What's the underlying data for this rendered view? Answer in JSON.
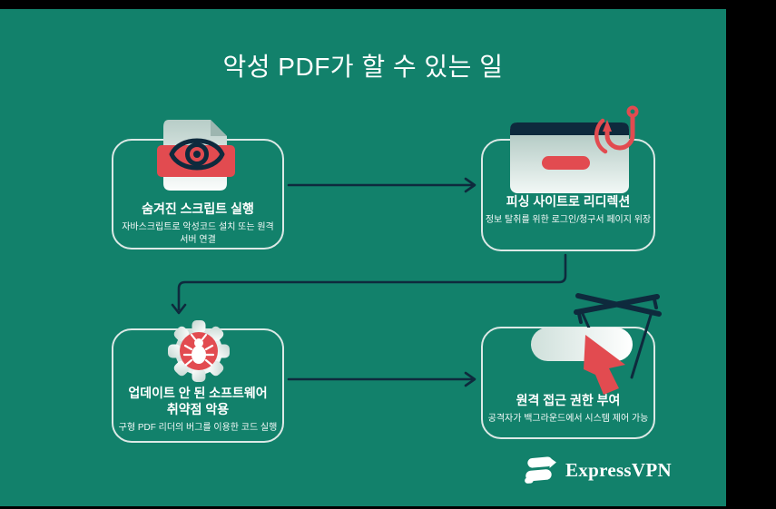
{
  "colors": {
    "canvas": "#12816b",
    "frame": "#000000",
    "red": "#e24b50",
    "navy": "#0e2a3d",
    "card-border": "#dce9e6",
    "text": "#ffffff"
  },
  "title": "악성 PDF가 할 수 있는 일",
  "cards": [
    {
      "title": "숨겨진 스크립트 실행",
      "subtitle": "자바스크립트로 악성코드 설치 또는 원격 서버 연결",
      "icon": "pdf-hidden-eye-icon"
    },
    {
      "title": "피싱 사이트로 리디렉션",
      "subtitle": "정보 탈취를 위한 로그인/청구서 페이지 위장",
      "icon": "browser-phishing-hook-icon"
    },
    {
      "title": "업데이트 안 된 소프트웨어 취약점 악용",
      "subtitle": "구형 PDF 리더의 버그를 이용한 코드 실행",
      "icon": "gear-bug-icon"
    },
    {
      "title": "원격 접근 권한 부여",
      "subtitle": "공격자가 백그라운드에서 시스템 제어 가능",
      "icon": "puppet-cursor-toggle-icon"
    }
  ],
  "footer": {
    "brand": "ExpressVPN"
  }
}
